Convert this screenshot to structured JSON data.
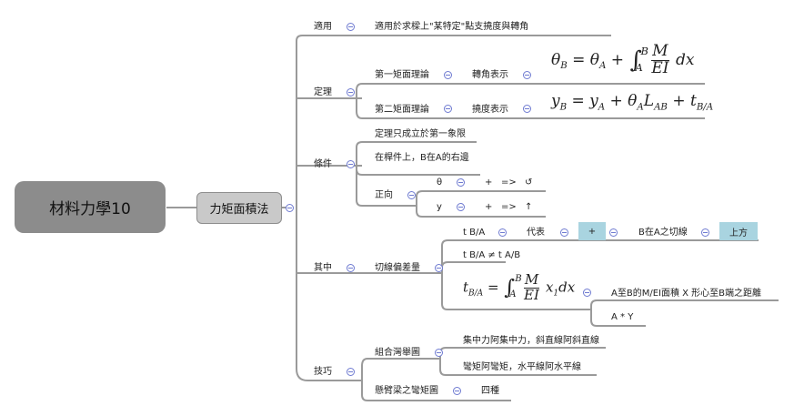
{
  "root": {
    "label": "材料力學10"
  },
  "main": {
    "label": "力矩面積法"
  },
  "applicable": {
    "label": "適用",
    "text": "適用於求樑上\"某特定\"點支撓度與轉角"
  },
  "theorem": {
    "label": "定理",
    "first": {
      "label": "第一矩面理論",
      "sub": "轉角表示"
    },
    "second": {
      "label": "第二矩面理論",
      "sub": "撓度表示"
    }
  },
  "conditions": {
    "label": "條件",
    "c1": "定理只成立於第一象限",
    "c2": "在桿件上，B在A的右邊",
    "direction": {
      "label": "正向",
      "theta": {
        "sym": "θ",
        "sign": "+",
        "arrow": "=>",
        "result": "↺"
      },
      "y": {
        "sym": "y",
        "sign": "+",
        "arrow": "=>",
        "result": "↑"
      }
    }
  },
  "among": {
    "label": "其中",
    "tangent": {
      "label": "切線偏差量",
      "tba": "t B/A",
      "represents": "代表",
      "plus": "+",
      "b_tangent": "B在A之切線",
      "above": "上方",
      "neq": "t B/A  ≠  t A/B",
      "area_desc": "A至B的M/EI面積  X  形心至B端之距離",
      "axy": "A * Y"
    }
  },
  "tips": {
    "label": "技巧",
    "combined": {
      "label": "組合灣舉圖",
      "t1": "集中力阿集中力，斜直線阿斜直線",
      "t2": "彎矩阿彎矩，水平線阿水平線"
    },
    "cantilever": {
      "label": "懸臂梁之彎矩圖",
      "value": "四種"
    }
  },
  "colors": {
    "root_fill": "#8c8c8c",
    "main_fill": "#c9c9c9",
    "line": "#9a9a9a",
    "toggle": "#6f7bd1",
    "highlight": "#a9d4e0"
  }
}
